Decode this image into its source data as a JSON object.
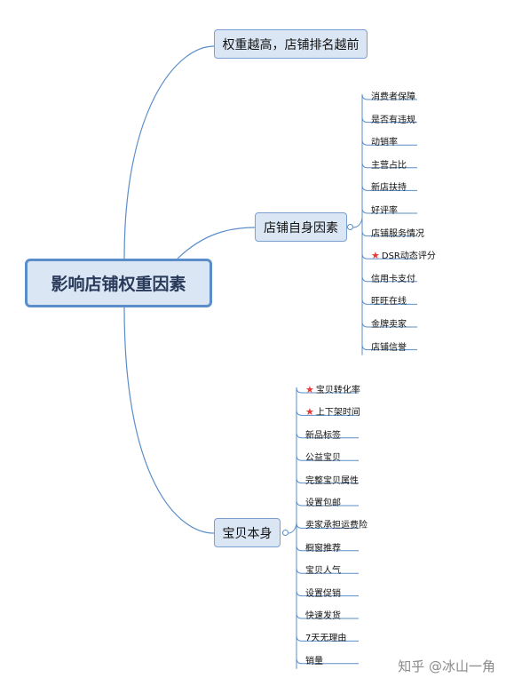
{
  "root": {
    "label": "影响店铺权重因素"
  },
  "branches": [
    {
      "label": "权重越高，店铺排名越前",
      "leaves": []
    },
    {
      "label": "店铺自身因素",
      "leaves": [
        {
          "label": "消费者保障"
        },
        {
          "label": "是否有违规"
        },
        {
          "label": "动销率"
        },
        {
          "label": "主营占比"
        },
        {
          "label": "新店扶持"
        },
        {
          "label": "好评率"
        },
        {
          "label": "店铺服务情况"
        },
        {
          "label": "DSR动态评分",
          "starred": true
        },
        {
          "label": "信用卡支付"
        },
        {
          "label": "旺旺在线"
        },
        {
          "label": "金牌卖家"
        },
        {
          "label": "店铺信誉"
        }
      ]
    },
    {
      "label": "宝贝本身",
      "leaves": [
        {
          "label": "宝贝转化率",
          "starred": true
        },
        {
          "label": "上下架时间",
          "starred": true
        },
        {
          "label": "新品标签"
        },
        {
          "label": "公益宝贝"
        },
        {
          "label": "完整宝贝属性"
        },
        {
          "label": "设置包邮"
        },
        {
          "label": "卖家承担运费险"
        },
        {
          "label": "橱窗推荐"
        },
        {
          "label": "宝贝人气"
        },
        {
          "label": "设置促销"
        },
        {
          "label": "快速发货"
        },
        {
          "label": "7天无理由"
        },
        {
          "label": "销量"
        }
      ]
    }
  ],
  "watermark": "知乎 @冰山一角",
  "colors": {
    "line": "#5b8ec9",
    "node_fill": "#dbe6f4",
    "star": "#e53935"
  }
}
